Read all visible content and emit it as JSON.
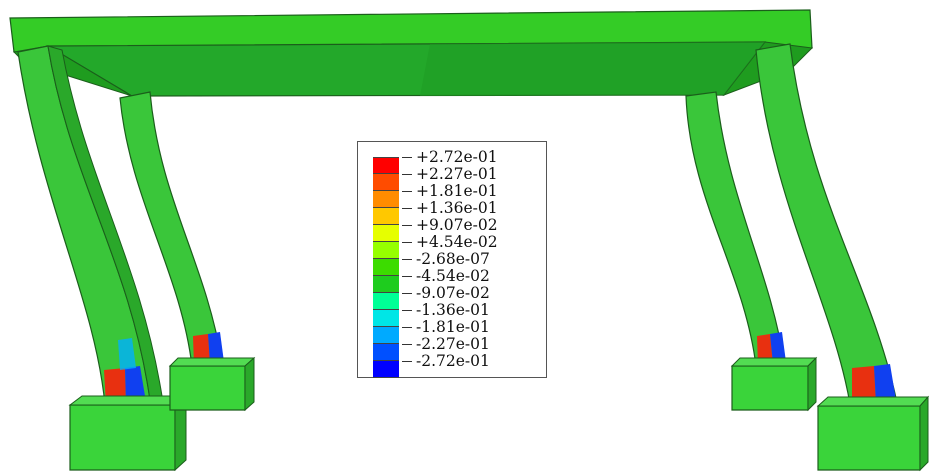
{
  "legend": {
    "values": [
      "+2.72e-01",
      "+2.27e-01",
      "+1.81e-01",
      "+1.36e-01",
      "+9.07e-02",
      "+4.54e-02",
      "-2.68e-07",
      "-4.54e-02",
      "-9.07e-02",
      "-1.36e-01",
      "-1.81e-01",
      "-2.27e-01",
      "-2.72e-01"
    ],
    "colors": [
      "#ff0000",
      "#ff4c00",
      "#ff8c00",
      "#ffc800",
      "#e6ff00",
      "#96ff00",
      "#3cdc00",
      "#1ecc1e",
      "#00ff96",
      "#00e6e6",
      "#00aaff",
      "#0050ff",
      "#0000ff"
    ]
  },
  "model": {
    "slab_color": "#2bc02b",
    "slab_dark": "#1a9a1a",
    "column_color": "#33c733",
    "footing_color": "#3ad43a"
  }
}
